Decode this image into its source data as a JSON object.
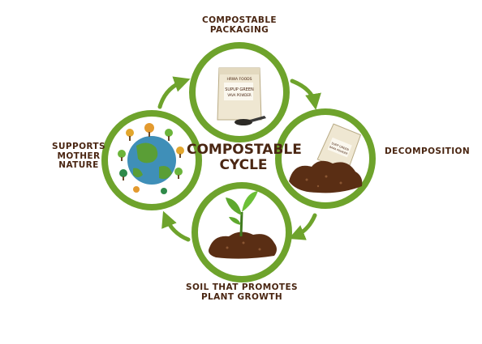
{
  "diagram": {
    "center_title": [
      "COMPOSTABLE",
      "CYCLE"
    ],
    "stages": {
      "packaging": {
        "label": [
          "COMPOSTABLE",
          "PACKAGING"
        ],
        "pouch_brand": "HRWA FOODS",
        "pouch_text": [
          "SUPUP GREEN",
          "VAVA POWDER"
        ]
      },
      "decomposition": {
        "label": [
          "DECOMPOSITION"
        ],
        "pouch_text": [
          "SUPP GREEN",
          "BARA POWDER"
        ]
      },
      "soil": {
        "label": [
          "SOIL THAT PROMOTES",
          "PLANT GROWTH"
        ]
      },
      "nature": {
        "label": [
          "SUPPORTS",
          "MOTHER",
          "NATURE"
        ]
      }
    },
    "colors": {
      "ring": "#6ea32c",
      "text": "#4a2612",
      "soil": "#5a2e14",
      "leaf": "#5ea82e",
      "earth_ocean": "#3f8fb8",
      "earth_land": "#5a9e36"
    }
  }
}
